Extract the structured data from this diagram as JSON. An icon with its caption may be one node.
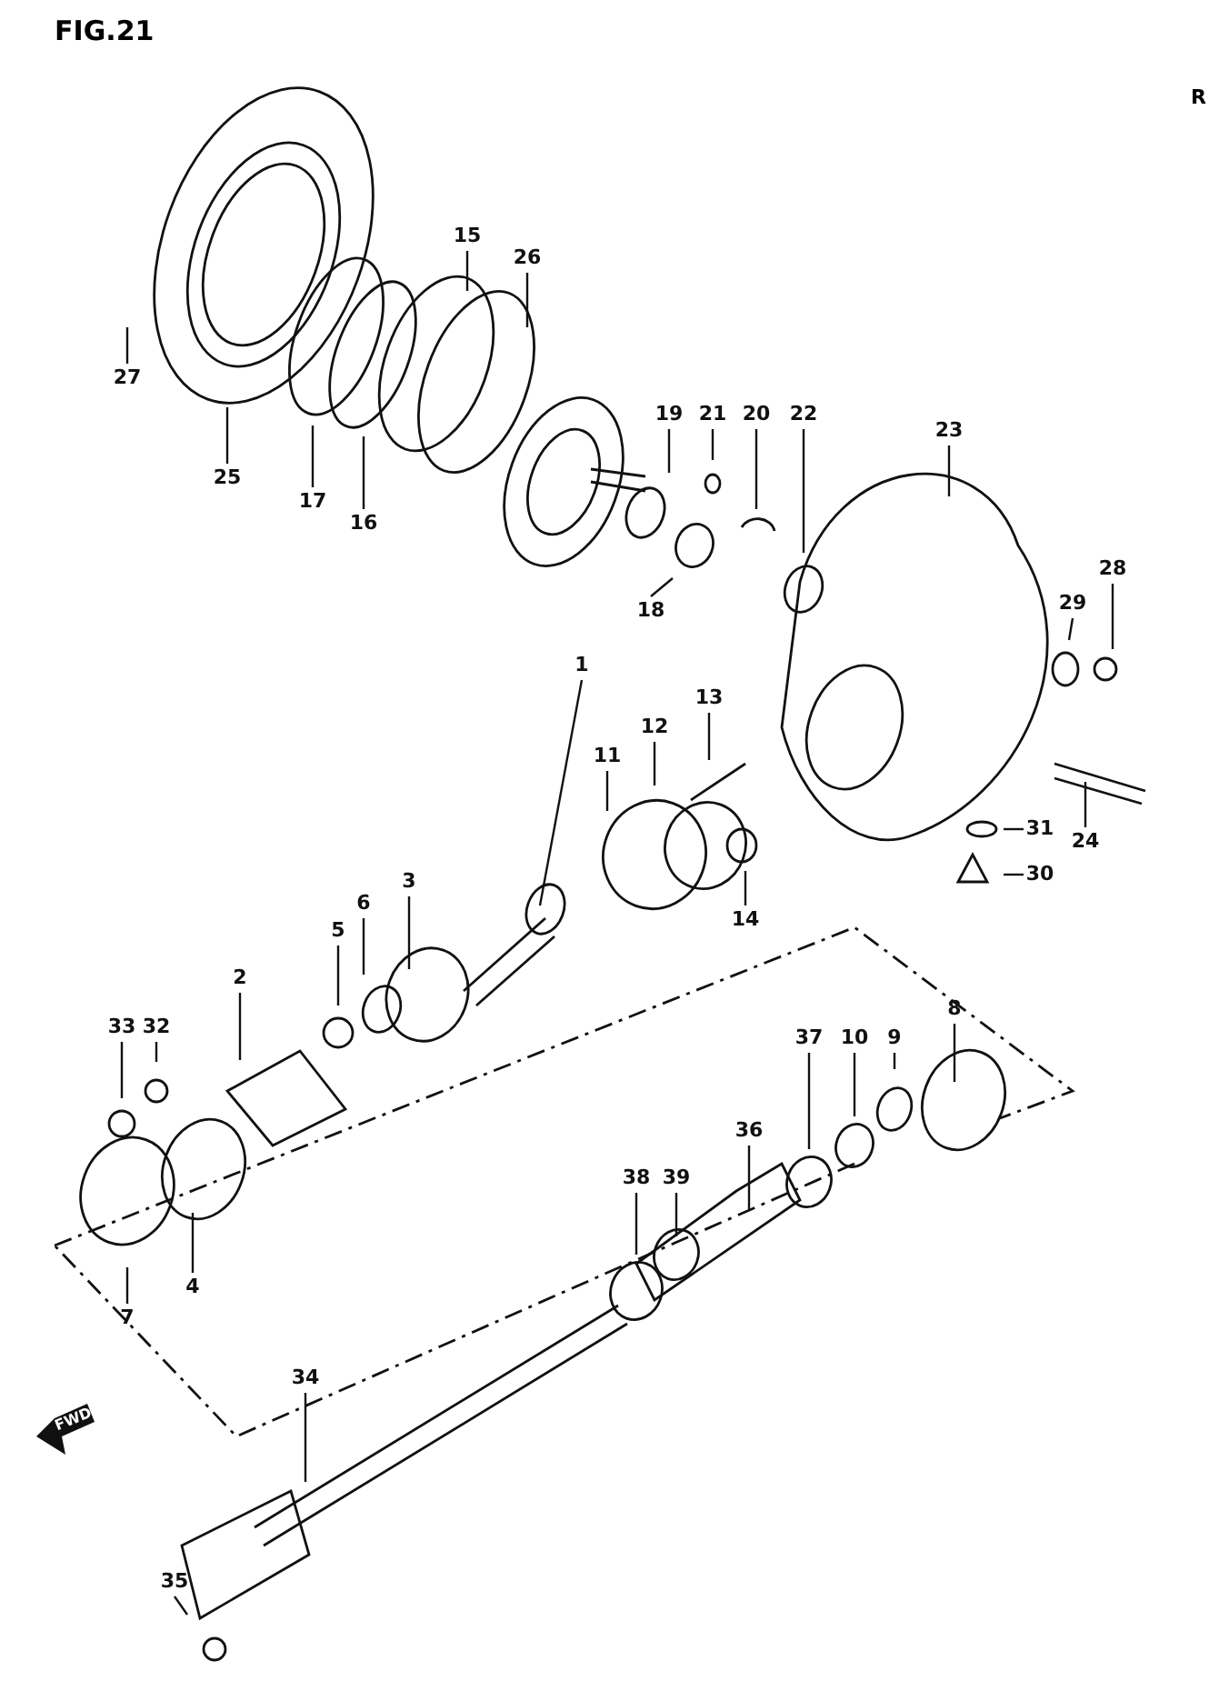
{
  "diagram": {
    "nodes": [
      {
        "text": [
          "27"
        ]
      },
      {
        "text": [
          "25"
        ]
      },
      {
        "text": [
          "17"
        ]
      },
      {
        "text": [
          "16"
        ]
      },
      {
        "text": [
          "15"
        ]
      },
      {
        "text": [
          "26"
        ]
      },
      {
        "text": [
          "19"
        ]
      },
      {
        "text": [
          "21"
        ]
      },
      {
        "text": [
          "20"
        ]
      },
      {
        "text": [
          "22"
        ]
      },
      {
        "text": [
          "23"
        ]
      },
      {
        "text": [
          "18"
        ]
      },
      {
        "text": [
          "28"
        ]
      },
      {
        "text": [
          "29"
        ]
      },
      {
        "text": [
          "1"
        ]
      },
      {
        "text": [
          "13"
        ]
      },
      {
        "text": [
          "12"
        ]
      },
      {
        "text": [
          "11"
        ]
      },
      {
        "text": [
          "24"
        ]
      },
      {
        "text": [
          "31"
        ]
      },
      {
        "text": [
          "30"
        ]
      },
      {
        "text": [
          "14"
        ]
      },
      {
        "text": [
          "3"
        ]
      },
      {
        "text": [
          "6"
        ]
      },
      {
        "text": [
          "5"
        ]
      },
      {
        "text": [
          "2"
        ]
      },
      {
        "text": [
          "32"
        ]
      },
      {
        "text": [
          "33"
        ]
      },
      {
        "text": [
          "8"
        ]
      },
      {
        "text": [
          "9"
        ]
      },
      {
        "text": [
          "10"
        ]
      },
      {
        "text": [
          "37"
        ]
      },
      {
        "text": [
          "36"
        ]
      },
      {
        "text": [
          "39"
        ]
      },
      {
        "text": [
          "38"
        ]
      },
      {
        "text": [
          "4"
        ]
      },
      {
        "text": [
          "7"
        ]
      },
      {
        "text": [
          "34"
        ]
      },
      {
        "text": [
          "35"
        ]
      }
    ],
    "edges": [
      {
        "from": 0,
        "to": null,
        "arrow": "none"
      },
      {
        "from": 1,
        "to": null,
        "arrow": "none"
      },
      {
        "from": 2,
        "to": null,
        "arrow": "none"
      },
      {
        "from": 3,
        "to": null,
        "arrow": "none"
      },
      {
        "from": 4,
        "to": null,
        "arrow": "none"
      },
      {
        "from": 5,
        "to": null,
        "arrow": "none"
      },
      {
        "from": 6,
        "to": null,
        "arrow": "none"
      },
      {
        "from": 7,
        "to": null,
        "arrow": "none"
      },
      {
        "from": 8,
        "to": null,
        "arrow": "none"
      },
      {
        "from": 9,
        "to": null,
        "arrow": "none"
      },
      {
        "from": 10,
        "to": null,
        "arrow": "none"
      },
      {
        "from": 11,
        "to": null,
        "arrow": "none"
      },
      {
        "from": 12,
        "to": null,
        "arrow": "none"
      },
      {
        "from": 13,
        "to": null,
        "arrow": "none"
      },
      {
        "from": 14,
        "to": null,
        "arrow": "none"
      },
      {
        "from": 15,
        "to": null,
        "arrow": "none"
      },
      {
        "from": 16,
        "to": null,
        "arrow": "none"
      },
      {
        "from": 17,
        "to": null,
        "arrow": "none"
      },
      {
        "from": 18,
        "to": null,
        "arrow": "none"
      },
      {
        "from": 19,
        "to": null,
        "arrow": "none"
      },
      {
        "from": 20,
        "to": null,
        "arrow": "none"
      },
      {
        "from": 21,
        "to": null,
        "arrow": "none"
      },
      {
        "from": 22,
        "to": null,
        "arrow": "none"
      },
      {
        "from": 23,
        "to": null,
        "arrow": "none"
      },
      {
        "from": 24,
        "to": null,
        "arrow": "none"
      },
      {
        "from": 25,
        "to": null,
        "arrow": "none"
      },
      {
        "from": 26,
        "to": null,
        "arrow": "none"
      },
      {
        "from": 27,
        "to": null,
        "arrow": "none"
      },
      {
        "from": 28,
        "to": null,
        "arrow": "none"
      },
      {
        "from": 29,
        "to": null,
        "arrow": "none"
      },
      {
        "from": 30,
        "to": null,
        "arrow": "none"
      },
      {
        "from": 31,
        "to": null,
        "arrow": "none"
      },
      {
        "from": 32,
        "to": null,
        "arrow": "none"
      },
      {
        "from": 33,
        "to": null,
        "arrow": "none"
      },
      {
        "from": 34,
        "to": null,
        "arrow": "none"
      },
      {
        "from": 35,
        "to": null,
        "arrow": "none"
      },
      {
        "from": 36,
        "to": null,
        "arrow": "none"
      },
      {
        "from": 37,
        "to": null,
        "arrow": "none"
      },
      {
        "from": 38,
        "to": null,
        "arrow": "none"
      }
    ],
    "labels": [
      "FIG.21",
      "R",
      "FWD"
    ]
  }
}
